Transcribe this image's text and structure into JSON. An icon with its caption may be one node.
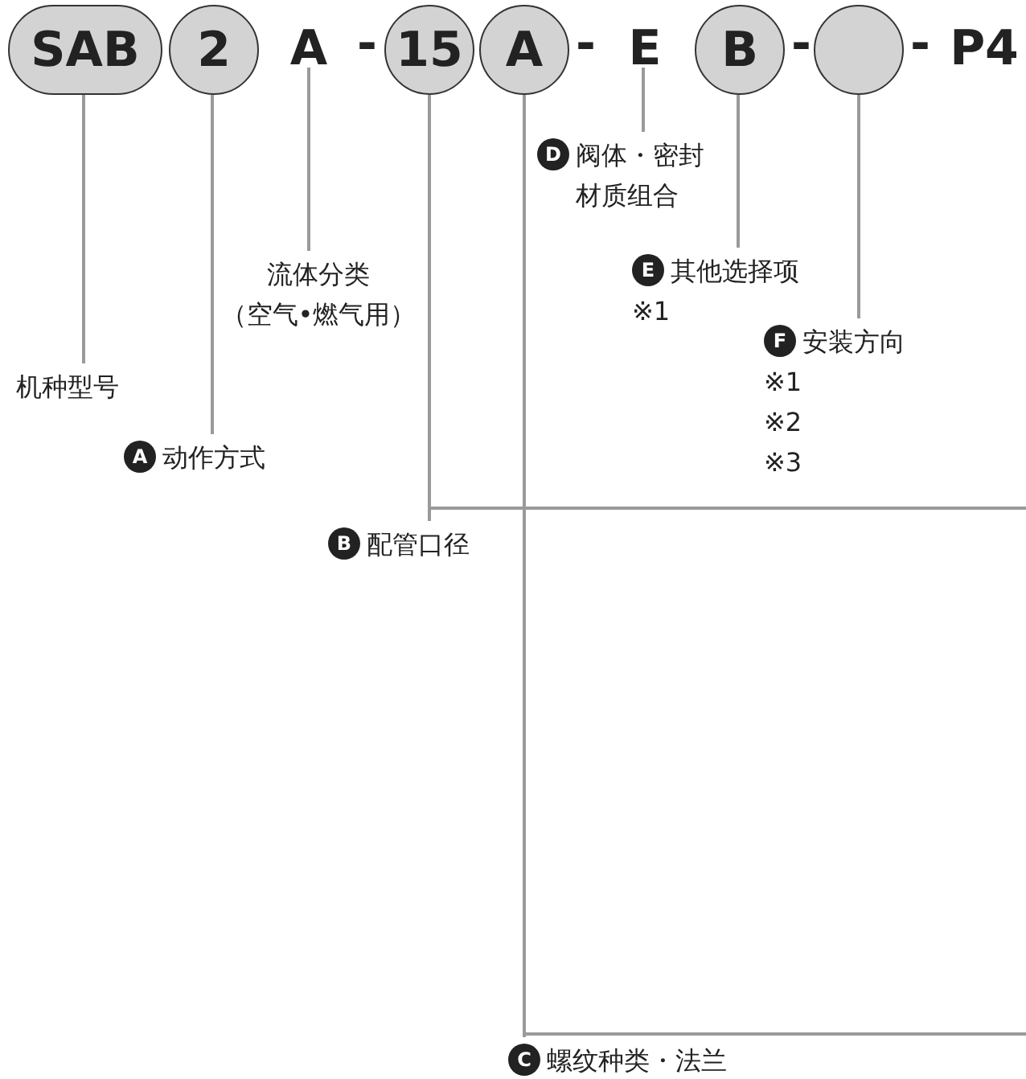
{
  "diagram": {
    "nodes": [
      {
        "text": [
          "SAB"
        ]
      },
      {
        "text": [
          "2"
        ]
      },
      {
        "text": [
          "A"
        ]
      },
      {
        "text": [
          "15"
        ]
      },
      {
        "text": [
          "A"
        ]
      },
      {
        "text": [
          "E"
        ]
      },
      {
        "text": [
          "B"
        ]
      },
      {
        "text": [],
        "shape": "circle"
      },
      {
        "text": [
          "P4"
        ]
      },
      {
        "text": [
          "机种型号"
        ]
      },
      {
        "text": [
          "A",
          "动作方式"
        ]
      },
      {
        "text": [
          "流体分类",
          "（空气•燃气用）"
        ]
      },
      {
        "text": [
          "D",
          "阀体・密封材质组合"
        ]
      },
      {
        "text": [
          "E",
          "其他选择项",
          "※1"
        ]
      },
      {
        "text": [
          "F",
          "安装方向",
          "※1",
          "※2",
          "※3"
        ]
      },
      {
        "text": [
          "B",
          "配管口径"
        ]
      },
      {
        "text": [
          "C",
          "螺纹种类・法兰"
        ]
      }
    ],
    "edges": [
      {
        "from": 0,
        "to": 9,
        "arrow": "none"
      },
      {
        "from": 1,
        "to": 10,
        "arrow": "none"
      },
      {
        "from": 2,
        "to": 11,
        "arrow": "none"
      },
      {
        "from": 3,
        "to": 15,
        "arrow": "none"
      },
      {
        "from": 4,
        "to": 16,
        "arrow": "none"
      },
      {
        "from": 5,
        "to": 12,
        "arrow": "none"
      },
      {
        "from": 6,
        "to": 13,
        "arrow": "none"
      },
      {
        "from": 7,
        "to": 14,
        "arrow": "none"
      }
    ],
    "labels": [
      "-",
      "-",
      "-",
      "-"
    ]
  }
}
